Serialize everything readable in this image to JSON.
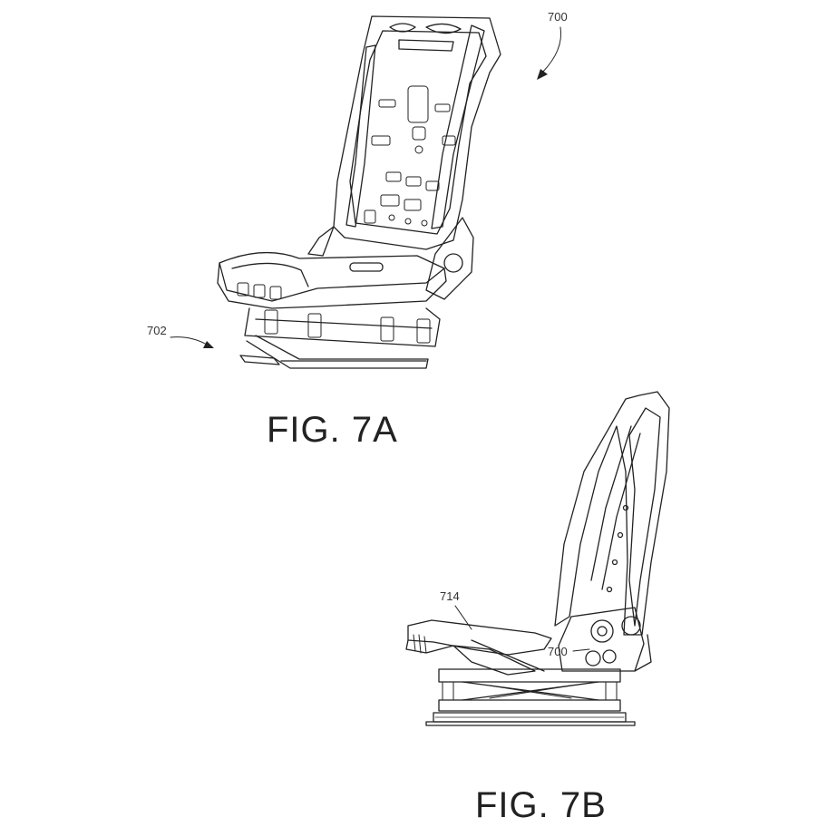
{
  "figures": [
    {
      "id": "7a",
      "caption": "FIG. 7A",
      "references": [
        {
          "label": "700"
        },
        {
          "label": "702"
        }
      ]
    },
    {
      "id": "7b",
      "caption": "FIG. 7B",
      "references": [
        {
          "label": "714"
        },
        {
          "label": "700"
        }
      ]
    }
  ],
  "colors": {
    "line": "#222222",
    "background": "#ffffff"
  }
}
